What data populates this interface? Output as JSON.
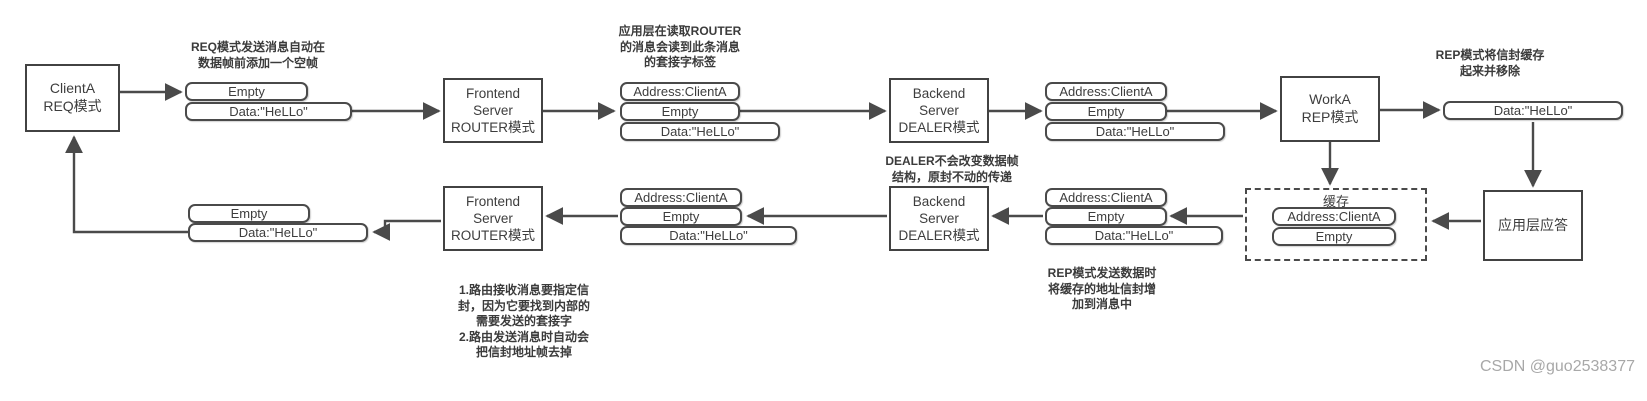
{
  "colors": {
    "stroke": "#4a4a4a",
    "node_border": "#424242",
    "text": "#3d3d3d",
    "annotation": "#3b3b3b",
    "watermark": "#a8a8a8",
    "background": "#ffffff"
  },
  "nodes": {
    "client_a": {
      "label": "ClientA\nREQ模式"
    },
    "frontend_top": {
      "label": "Frontend\nServer\nROUTER模式"
    },
    "backend_top": {
      "label": "Backend\nServer\nDEALER模式"
    },
    "work_a": {
      "label": "WorkA\nREP模式"
    },
    "backend_bottom": {
      "label": "Backend\nServer\nDEALER模式"
    },
    "frontend_bottom": {
      "label": "Frontend\nServer\nROUTER模式"
    },
    "app_reply": {
      "label": "应用层应答"
    },
    "cache": {
      "title": "缓存",
      "frames": [
        "Address:ClientA",
        "Empty"
      ]
    }
  },
  "message_stacks": {
    "req_out": [
      "Empty",
      "Data:\"HeLLo\""
    ],
    "router_out": [
      "Address:ClientA",
      "Empty",
      "Data:\"HeLLo\""
    ],
    "dealer_out": [
      "Address:ClientA",
      "Empty",
      "Data:\"HeLLo\""
    ],
    "rep_in": [
      "Data:\"HeLLo\""
    ],
    "rep_reply": [
      "Address:ClientA",
      "Empty",
      "Data:\"HeLLo\""
    ],
    "dealer_return": [
      "Address:ClientA",
      "Empty",
      "Data:\"HeLLo\""
    ],
    "router_return": [
      "Empty",
      "Data:\"HeLLo\""
    ]
  },
  "annotations": {
    "req_note": "REQ模式发送消息自动在\n数据帧前添加一个空帧",
    "router_note": "应用层在读取ROUTER\n的消息会读到此条消息\n的套接字标签",
    "rep_cache_note": "REP模式将信封缓存\n起来并移除",
    "dealer_note": "DEALER不会改变数据帧\n结构，原封不动的传递",
    "rep_send_note": "REP模式发送数据时\n将缓存的地址信封增\n加到消息中",
    "router_rules_note": "1.路由接收消息要指定信\n封，因为它要找到内部的\n需要发送的套接字\n2.路由发送消息时自动会\n把信封地址帧去掉"
  },
  "watermark": "CSDN @guo2538377"
}
